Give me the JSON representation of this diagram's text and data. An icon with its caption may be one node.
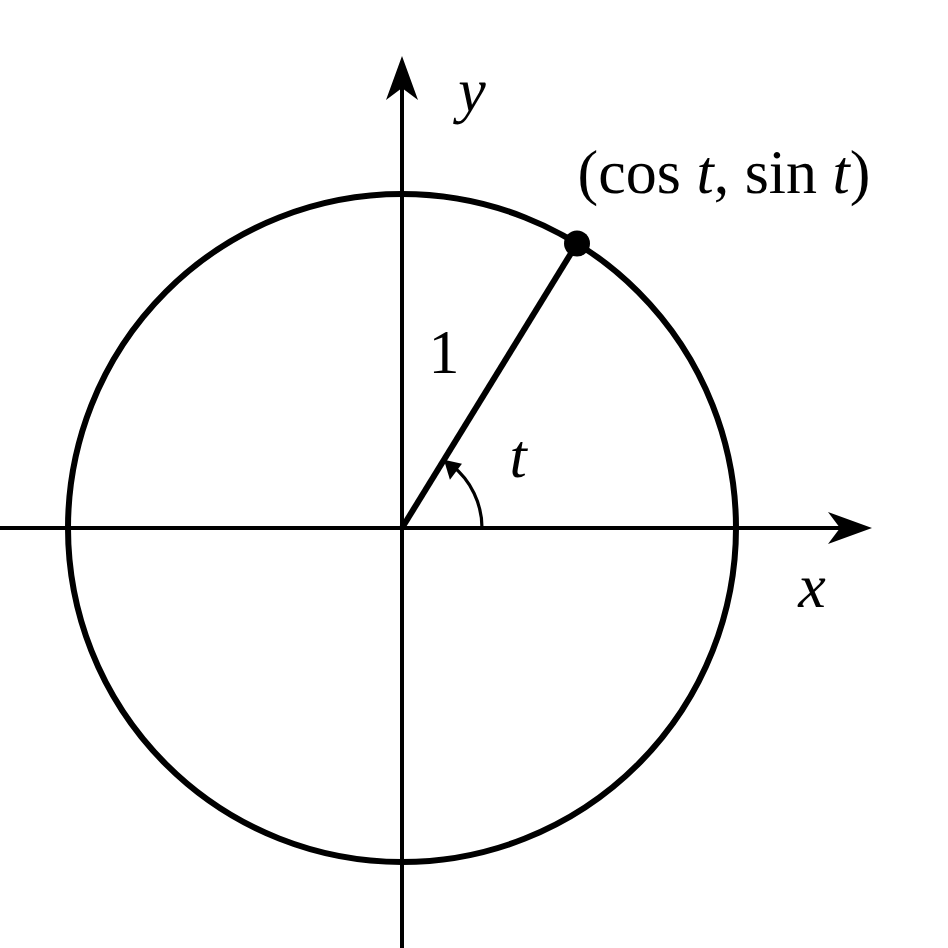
{
  "diagram": {
    "labels": [
      "y",
      "(cos *t*, sin *t*)",
      "1",
      "t",
      "x"
    ]
  }
}
